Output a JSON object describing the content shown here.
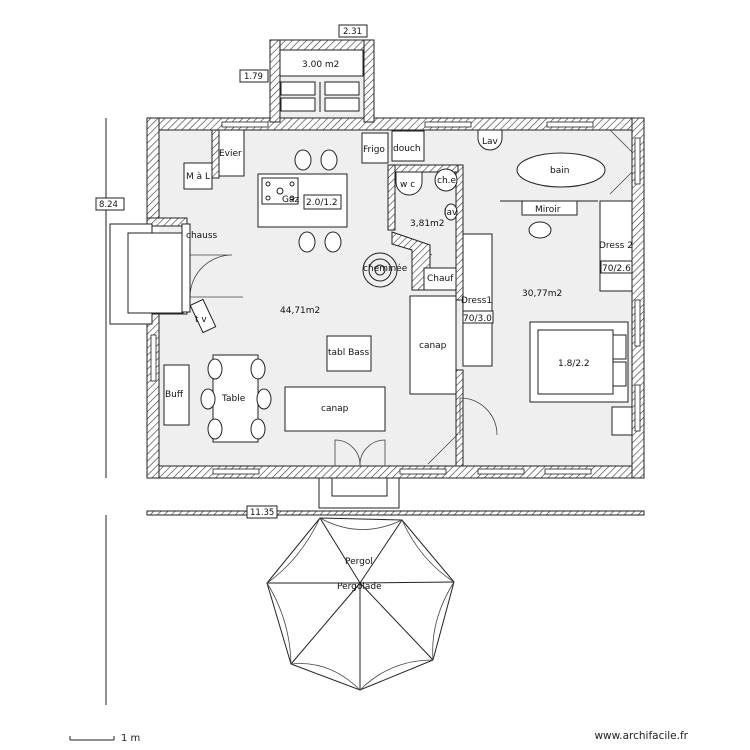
{
  "labels": {
    "kitchen_sink": "Evier",
    "washer": "M à L",
    "gas": "Gaz",
    "hob_dims": "2.0/1.2",
    "fridge": "Frigo",
    "shower": "douch",
    "wc": "w c",
    "water_heater": "ch.e",
    "washbasin_small": "lav",
    "bath_area": "3,81m2",
    "washbasin": "Lav",
    "bath": "bain",
    "mirror": "Miroir",
    "dress2": "Dress 2",
    "dress2_dims": "70/2.6",
    "shoes": "chauss",
    "fireplace": "cheminée",
    "heater": "Chauf",
    "dress1": "Dress1",
    "dress1_dims": "70/3.0",
    "living_area": "44,71m2",
    "bedroom_area": "30,77m2",
    "tv": "t v",
    "sofa_right": "canap",
    "low_table": "tabl Bass",
    "bed": "1.8/2.2",
    "sideboard": "Buff",
    "table": "Table",
    "sofa": "canap",
    "storage_area": "3.00 m2",
    "pergola": "Pergol",
    "pergola_sub": "Pergolade"
  },
  "dimensions": {
    "top_width": "2.31",
    "top_depth": "1.79",
    "side_height": "8.24",
    "total_width": "11.35",
    "scale": "1 m"
  },
  "footer": {
    "site": "www.archifacile.fr"
  }
}
